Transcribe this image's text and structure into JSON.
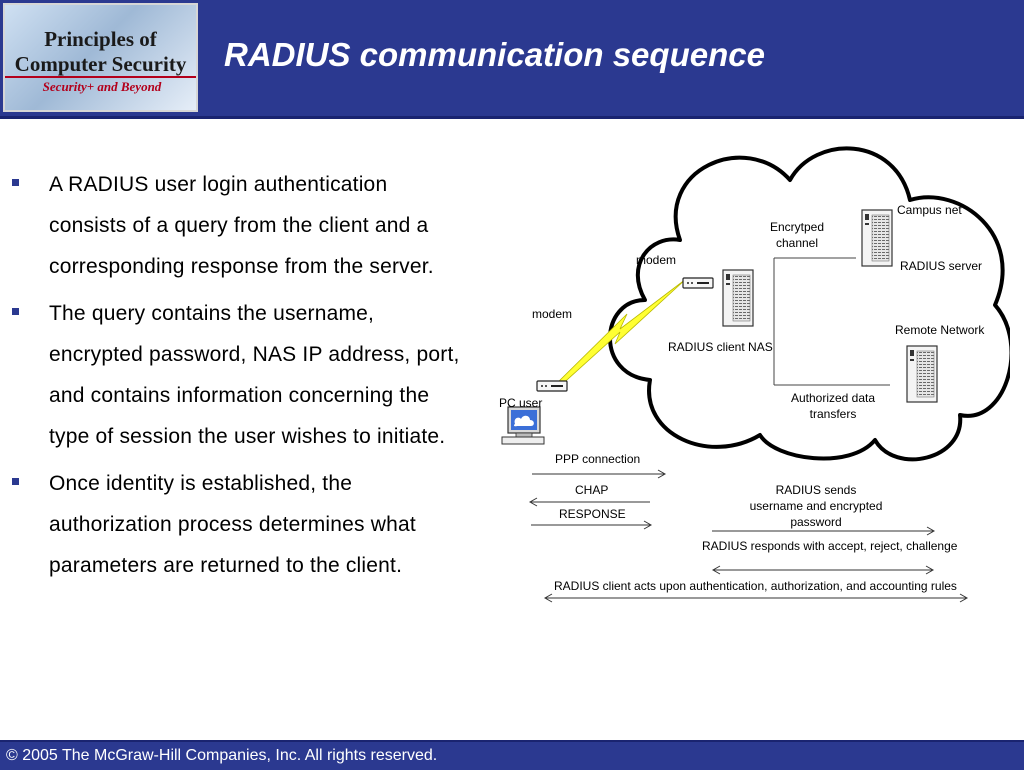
{
  "header": {
    "logo_line1": "Principles of",
    "logo_line2": "Computer Security",
    "logo_tagline": "Security+ and Beyond",
    "title": "RADIUS communication sequence"
  },
  "bullets": [
    "A RADIUS user login authentication consists of a query from the client and a corresponding response from the server.",
    "The query contains the username, encrypted password, NAS IP address, port, and contains information concerning the type of session the user wishes to initiate.",
    "Once identity is established,  the authorization process determines what parameters are returned to the client."
  ],
  "diagram": {
    "campus_net": "Campus net",
    "encrypted_channel_1": "Encrytped",
    "encrypted_channel_2": "channel",
    "radius_server": "RADIUS server",
    "modem_nas": "modem",
    "modem_pc": "modem",
    "remote_network": "Remote Network",
    "radius_client_nas": "RADIUS client NAS",
    "authorized_1": "Authorized data",
    "authorized_2": "transfers",
    "pc_user": "PC user",
    "ppp_connection": "PPP connection",
    "chap": "CHAP",
    "response": "RESPONSE",
    "radius_sends_1": "RADIUS sends",
    "radius_sends_2": "username and encrypted",
    "radius_sends_3": "password",
    "radius_responds": "RADIUS responds with accept, reject, challenge",
    "radius_client_acts": "RADIUS client acts upon authentication, authorization, and accounting rules"
  },
  "footer": {
    "copyright": "© 2005 The McGraw-Hill Companies, Inc. All rights reserved."
  }
}
